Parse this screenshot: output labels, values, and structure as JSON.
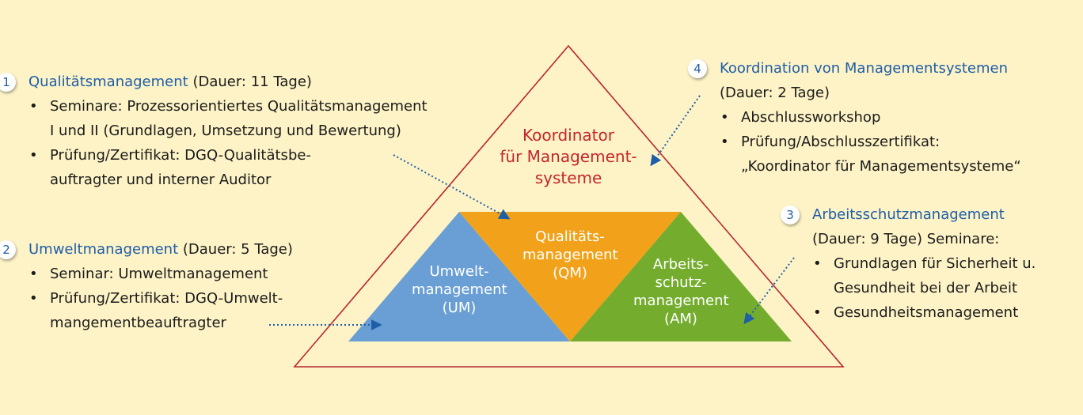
{
  "colors": {
    "background": "#fdf3c6",
    "outline": "#b8262e",
    "umwelt": "#6a9fd5",
    "qualitaet": "#f2a21a",
    "arbeitsschutz": "#74ad2e",
    "title_blue": "#1f5ea8",
    "apex_red": "#c4262e",
    "arrow_blue": "#1f5ea8"
  },
  "apex": {
    "lines": [
      "Koordinator",
      "für Management-",
      "systeme"
    ]
  },
  "triangles": {
    "umwelt": [
      "Umwelt-",
      "management",
      "(UM)"
    ],
    "qualitaet": [
      "Qualitäts-",
      "management",
      "(QM)"
    ],
    "arbeitsschutz": [
      "Arbeits-",
      "schutz-",
      "management",
      "(AM)"
    ]
  },
  "blocks": {
    "qm": {
      "number": "1",
      "title": "Qualitätsmanagement",
      "duration": "(Dauer: 11 Tage)",
      "bullets": [
        [
          "Seminare: Prozessorientiertes Qualitätsmanagement",
          "I und II (Grundlagen, Umsetzung und Bewertung)"
        ],
        [
          "Prüfung/Zertifikat: DGQ-Qualitätsbe-",
          "auftragter und interner Auditor"
        ]
      ]
    },
    "um": {
      "number": "2",
      "title": "Umweltmanagement",
      "duration": "(Dauer: 5 Tage)",
      "bullets": [
        [
          "Seminar: Umweltmanagement"
        ],
        [
          "Prüfung/Zertifikat: DGQ-Umwelt-",
          "mangementbeauftragter"
        ]
      ]
    },
    "am": {
      "number": "3",
      "title": "Arbeitsschutzmanagement",
      "intro": "(Dauer: 9 Tage) Seminare:",
      "bullets": [
        [
          "Grundlagen für Sicherheit u.",
          "Gesundheit bei der Arbeit"
        ],
        [
          "Gesundheitsmanagement"
        ]
      ]
    },
    "koord": {
      "number": "4",
      "title": "Koordination von Managementsystemen",
      "intro": "(Dauer: 2 Tage)",
      "bullets": [
        [
          "Abschlussworkshop"
        ],
        [
          "Prüfung/Abschlusszertifikat:",
          "„Koordinator für Managementsysteme“"
        ]
      ]
    }
  }
}
